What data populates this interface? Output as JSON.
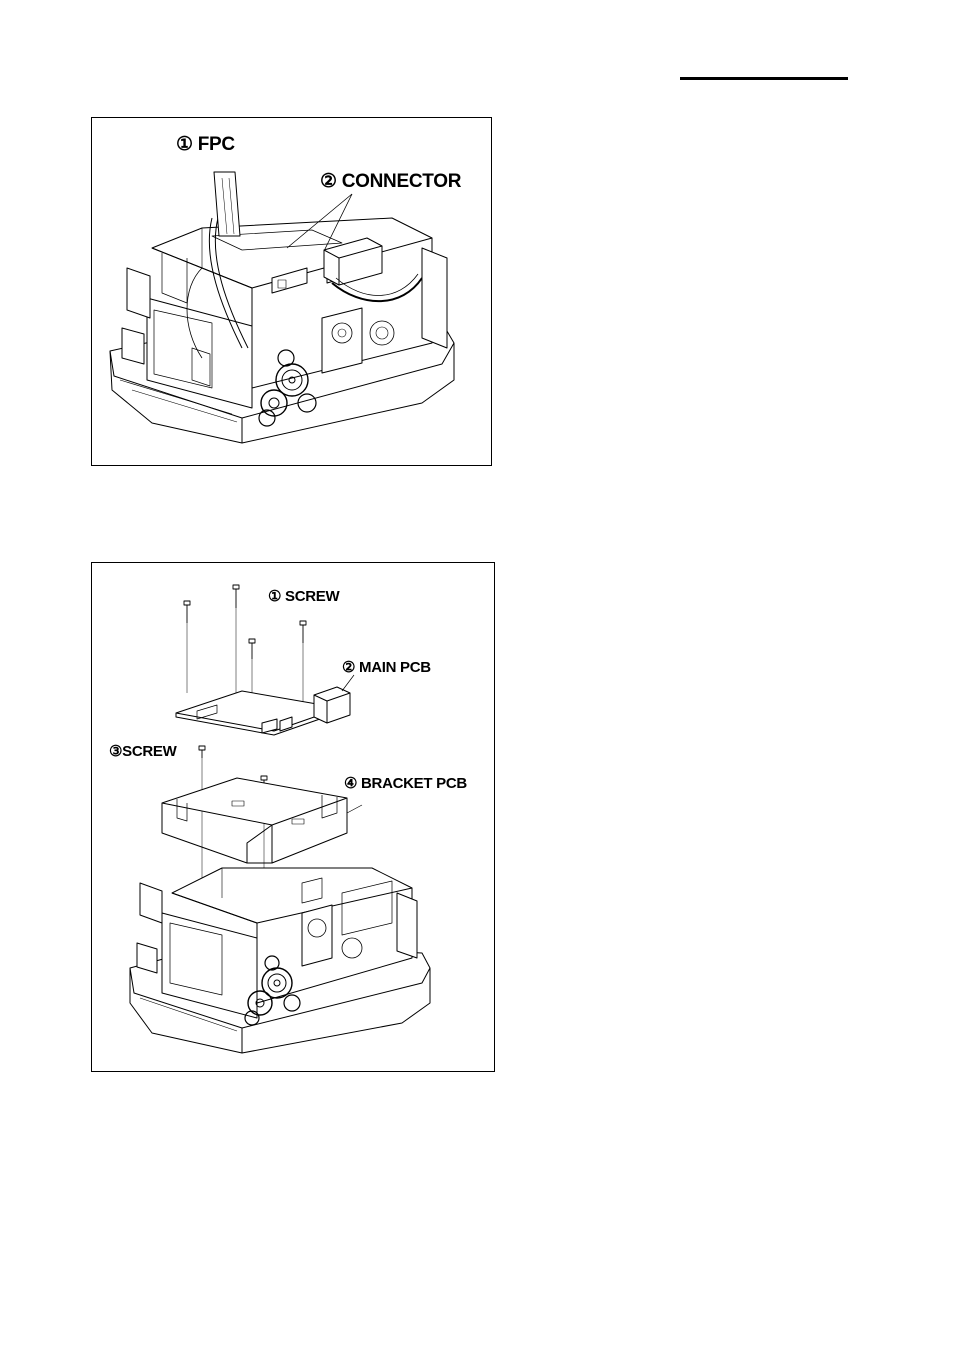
{
  "figure1": {
    "callouts": {
      "fpc": "① FPC",
      "connector": "② CONNECTOR"
    }
  },
  "figure2": {
    "callouts": {
      "screw1": "① SCREW",
      "main_pcb": "② MAIN PCB",
      "screw3": "③SCREW",
      "bracket_pcb": "④ BRACKET PCB"
    }
  }
}
